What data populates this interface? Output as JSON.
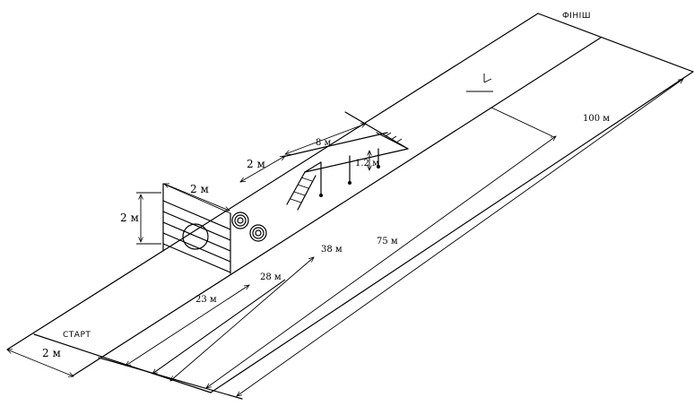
{
  "labels": {
    "start": "СТАРТ",
    "finish": "ФІНІШ",
    "start_width": "2 м",
    "wall_width": "2 м",
    "wall_height": "2 м",
    "bridge_width": "2 м",
    "bridge_length": "8 м",
    "bridge_height": "1.2 м",
    "dist_23": "23 м",
    "dist_28": "28 м",
    "dist_38": "38 м",
    "dist_75": "75 м",
    "dist_100": "100 м"
  }
}
